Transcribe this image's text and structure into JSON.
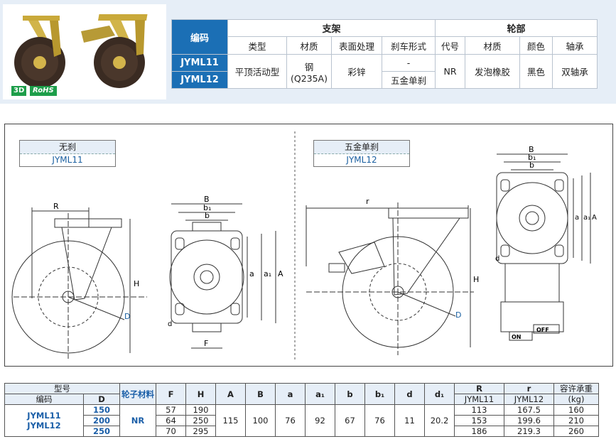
{
  "badges": {
    "three_d": "3D",
    "rohs": "RoHS"
  },
  "spec": {
    "code_header": "编码",
    "bracket_header": "支架",
    "wheel_header": "轮部",
    "bracket_cols": [
      "类型",
      "材质",
      "表面处理",
      "刹车形式"
    ],
    "wheel_cols": [
      "代号",
      "材质",
      "颜色",
      "轴承"
    ],
    "codes": [
      "JYML11",
      "JYML12"
    ],
    "type": "平顶活动型",
    "material_line1": "钢",
    "material_line2": "(Q235A)",
    "surface": "彩锌",
    "brake": [
      "-",
      "五金单刹"
    ],
    "wheel_code": "NR",
    "wheel_material": "发泡橡胶",
    "color": "黑色",
    "bearing": "双轴承"
  },
  "drawing": {
    "left_tag": {
      "title": "无刹",
      "code": "JYML11"
    },
    "right_tag": {
      "title": "五金单刹",
      "code": "JYML12"
    },
    "labels": {
      "R": "R",
      "r": "r",
      "H": "H",
      "D": "D",
      "B": "B",
      "b1": "b₁",
      "b": "b",
      "a": "a",
      "a1": "a₁",
      "A": "A",
      "d": "d",
      "F": "F",
      "on": "ON",
      "off": "OFF"
    }
  },
  "dim_table": {
    "model": "型号",
    "code": "编码",
    "D": "D",
    "wheel_mat": "轮子材料",
    "cols": [
      "F",
      "H",
      "A",
      "B",
      "a",
      "a₁",
      "b",
      "b₁",
      "d",
      "d₁"
    ],
    "R": "R",
    "r": "r",
    "load": "容许承重",
    "load_unit": "(kg)",
    "R_code": "JYML11",
    "r_code": "JYML12",
    "codes": [
      "JYML11",
      "JYML12"
    ],
    "nr": "NR",
    "shared": {
      "A": "115",
      "B": "100",
      "a": "76",
      "a1": "92",
      "b": "67",
      "b1": "76",
      "d": "11",
      "d1": "20.2"
    },
    "rows": [
      {
        "D": "150",
        "F": "57",
        "H": "190",
        "R": "113",
        "r": "167.5",
        "load": "160"
      },
      {
        "D": "200",
        "F": "64",
        "H": "250",
        "R": "153",
        "r": "199.6",
        "load": "210"
      },
      {
        "D": "250",
        "F": "70",
        "H": "295",
        "R": "186",
        "r": "219.3",
        "load": "260"
      }
    ]
  }
}
